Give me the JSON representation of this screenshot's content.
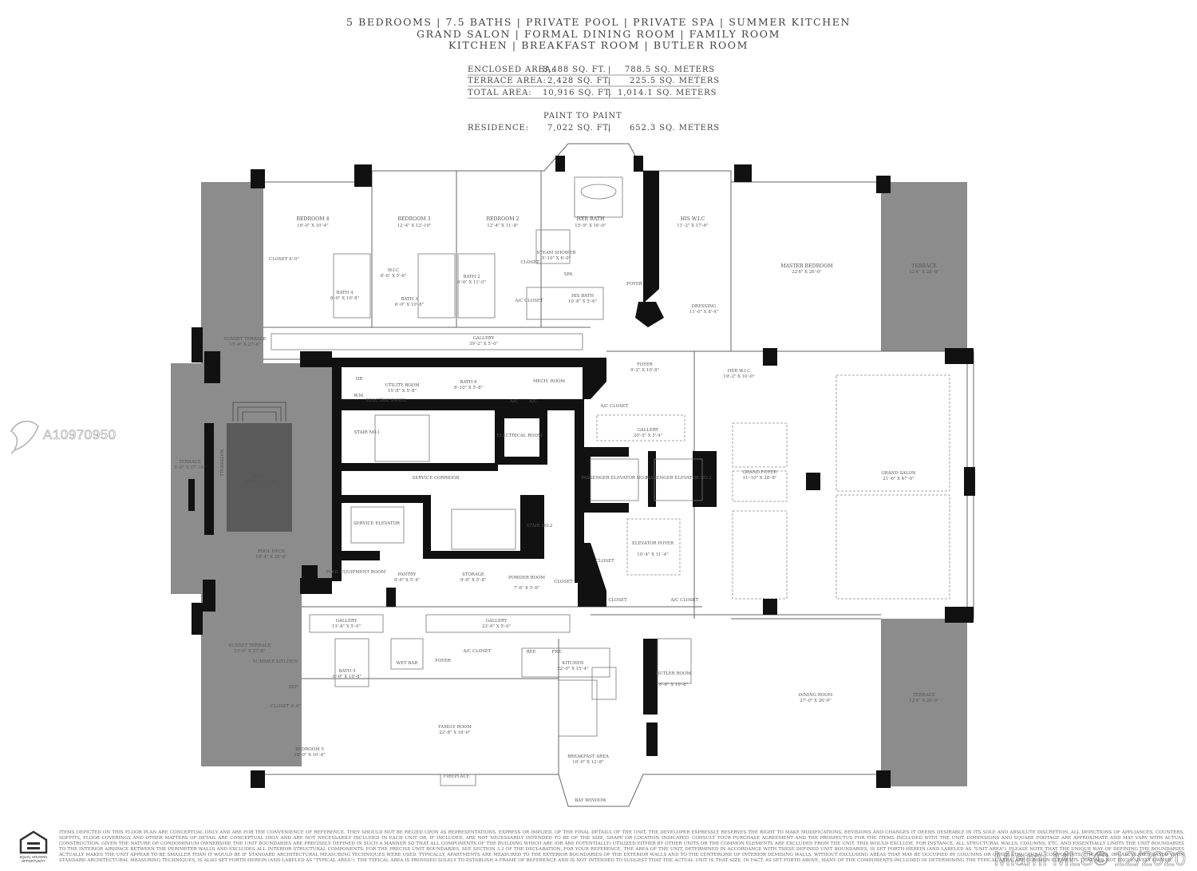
{
  "header": {
    "line1": "5 BEDROOMS  |  7.5 BATHS  |  PRIVATE POOL  |  PRIVATE SPA  |  SUMMER KITCHEN",
    "line2": "GRAND SALON  |  FORMAL DINING ROOM  |  FAMILY ROOM",
    "line3": "KITCHEN  |  BREAKFAST ROOM  |  BUTLER ROOM"
  },
  "areas": {
    "enclosed": {
      "label": "ENCLOSED AREA:",
      "sqft": "8,488 SQ. FT.",
      "sqm": "788.5 SQ. METERS"
    },
    "terrace": {
      "label": "TERRACE AREA:",
      "sqft": "2,428 SQ. FT.",
      "sqm": "225.5 SQ. METERS"
    },
    "total": {
      "label": "TOTAL AREA:",
      "sqft": "10,916 SQ. FT.",
      "sqm": "1,014.1 SQ. METERS"
    },
    "paint_title": "PAINT TO PAINT",
    "residence": {
      "label": "RESIDENCE:",
      "sqft": "7,022 SQ. FT.",
      "sqm": "652.3 SQ. METERS"
    },
    "separator": "|"
  },
  "rooms": {
    "bedroom4": {
      "name": "BEDROOM 4",
      "dim": "16'-0\" X 10'-4\""
    },
    "bedroom3": {
      "name": "BEDROOM 3",
      "dim": "12'-4\" X 12'-10\""
    },
    "bedroom2": {
      "name": "BEDROOM 2",
      "dim": "12'-4\" X 11'-8\""
    },
    "her_bath": {
      "name": "HER BATH",
      "dim": "15'-9\" X 16'-0\""
    },
    "his_wic": {
      "name": "HIS W.I.C",
      "dim": "11'-2\" X 17'-6\""
    },
    "master_bedroom": {
      "name": "MASTER BEDROOM",
      "dim": "22'6\" X 26'-0\""
    },
    "terrace_ne": {
      "name": "TERRACE",
      "dim": "12'4\" X 26'-6\""
    },
    "closet4": {
      "name": "CLOSET 6'-0\""
    },
    "wic": {
      "name": "W.I.C",
      "dim": "8'-6\" X 5'-6\""
    },
    "bath4": {
      "name": "BATH 4",
      "dim": "6'-0\" X 10'-8\""
    },
    "bath3": {
      "name": "BATH 3",
      "dim": "6'-0\" X 10'-8\""
    },
    "bath2": {
      "name": "BATH 2",
      "dim": "6'-0\" X 11'-0\""
    },
    "steam_shower": {
      "name": "STEAM SHOWER",
      "dim": "5'-10\" X 6'-0\""
    },
    "closet_v": {
      "name": "CLOSET"
    },
    "spa": {
      "name": "SPA"
    },
    "ac_closet1": {
      "name": "A/C CLOSET"
    },
    "his_bath": {
      "name": "HIS BATH",
      "dim": "10'-8\" X 5'-6\""
    },
    "foyer_master": {
      "name": "FOYER"
    },
    "dressing": {
      "name": "DRESSING",
      "dim": "11'-0\" X 8'-4\""
    },
    "gallery_top": {
      "name": "GALLERY",
      "dim": "39'-2\" X 5'-0\""
    },
    "sunset_terrace_top": {
      "name": "SUNSET TERRACE",
      "dim": "15'-6\" X 27'-8\""
    },
    "foyer_center": {
      "name": "FOYER",
      "dim": "9'-2\" X 10'-8\""
    },
    "her_wic": {
      "name": "HER W.I.C",
      "dim": "19'-2\" X 10'-0\""
    },
    "dr": {
      "name": "DR"
    },
    "wm": {
      "name": "W.M."
    },
    "utility": {
      "name": "UTILITY ROOM",
      "dim": "15'-8\" X 5'-8\""
    },
    "electric_panel": {
      "name": "ELECTRIC PANEL"
    },
    "bath6": {
      "name": "BATH 6",
      "dim": "8'-10\" X 5'-8\""
    },
    "ac_small": {
      "name": "A/C"
    },
    "mech_room": {
      "name": "MECH. ROOM"
    },
    "ac_closet2": {
      "name": "A/C CLOSET"
    },
    "stair1": {
      "name": "STAIR NO.1"
    },
    "electrical_room": {
      "name": "ELECTRICAL ROOM"
    },
    "gallery_mid": {
      "name": "GALLERY",
      "dim": "20'-5\" X 5'-4\""
    },
    "terrace_w": {
      "name": "TERRACE",
      "dim": "5'-0\" X 37'-10\""
    },
    "waterfall": {
      "name": "WATERFALL"
    },
    "pool": {
      "name": "POOL",
      "dim": "10'-0\" X 17'-0\""
    },
    "service_corridor": {
      "name": "SERVICE CORRIDOR"
    },
    "passenger_elev1": {
      "name": "PASSENGER ELEVATOR NO.1"
    },
    "passenger_elev2": {
      "name": "PASSENGER ELEVATOR NO.2"
    },
    "grand_foyer": {
      "name": "GRAND FOYER",
      "dim": "11'-10\" X 28'-8\""
    },
    "grand_salon": {
      "name": "GRAND SALON",
      "dim": "21'-6\" X 47'-0\""
    },
    "service_elev": {
      "name": "SERVICE ELEVATOR"
    },
    "stair2": {
      "name": "STAIR NO.2"
    },
    "pool_deck": {
      "name": "POOL DECK",
      "dim": "18'-4\" X 35'-8\""
    },
    "elevator_foyer": {
      "name": "ELEVATOR FOYER",
      "dim": "10'-4\" X 11'-4\""
    },
    "closet_ef": {
      "name": "CLOSET"
    },
    "pool_equipment": {
      "name": "POOL EQUIPMENT ROOM"
    },
    "pantry": {
      "name": "PANTRY",
      "dim": "9'-6\" X 5'-4\""
    },
    "storage": {
      "name": "STORAGE",
      "dim": "9'-0\" X 5'-8\""
    },
    "powder": {
      "name": "POWDER ROOM",
      "dim": "7'-6\" X 5'-6\""
    },
    "closet_pw": {
      "name": "CLOSET"
    },
    "closet_b": {
      "name": "CLOSET"
    },
    "ac_closet3": {
      "name": "A/C CLOSET"
    },
    "gallery_bl": {
      "name": "GALLERY",
      "dim": "13'-8\" X 5'-0\""
    },
    "gallery_bc": {
      "name": "GALLERY",
      "dim": "23'-0\" X 5'-0\""
    },
    "sunset_terrace_bot": {
      "name": "SUNSET TERRACE",
      "dim": "15'-6\" X 27'-8\""
    },
    "summer_kitchen": {
      "name": "SUMMER KITCHEN"
    },
    "ref1": {
      "name": "REF."
    },
    "wet_bar": {
      "name": "WET BAR"
    },
    "foyer_bot": {
      "name": "FOYER"
    },
    "ac_closet4": {
      "name": "A/C CLOSET"
    },
    "ref2": {
      "name": "REF."
    },
    "frz": {
      "name": "FRZ."
    },
    "kitchen": {
      "name": "KITCHEN",
      "dim": "22'-0\" X 15'-4\""
    },
    "butler": {
      "name": "BUTLER ROOM",
      "dim": "6'-8\" X 10'-8\""
    },
    "dining": {
      "name": "DINING ROOM",
      "dim": "27'-0\" X 26'-0\""
    },
    "terrace_se": {
      "name": "TERRACE",
      "dim": "12'4\" X 26'-6\""
    },
    "bath5": {
      "name": "BATH 5",
      "dim": "6'-0\" X 10'-8\""
    },
    "closet5": {
      "name": "CLOSET 6'-0\""
    },
    "family_room": {
      "name": "FAMILY ROOM",
      "dim": "22'-8\" X 18'-0\""
    },
    "bedroom5": {
      "name": "BEDROOM 5",
      "dim": "16'-0\" X 10'-4\""
    },
    "breakfast": {
      "name": "BREAKFAST AREA",
      "dim": "16'-0\" X 12'-8\""
    },
    "fireplace": {
      "name": "FIREPLACE"
    },
    "bay_window": {
      "name": "BAY WINDOW"
    }
  },
  "watermark": {
    "listing_id": "A10970950",
    "mls_text": "Miami MLS© 12/2020"
  },
  "logo": {
    "line1": "EQUAL HOUSING",
    "line2": "OPPORTUNITY"
  },
  "disclaimer": "ITEMS DEPICTED ON THIS FLOOR PLAN ARE CONCEPTUAL ONLY AND ARE FOR THE CONVENIENCE OF REFERENCE. THEY SHOULD NOT BE RELIED UPON AS REPRESENTATIONS, EXPRESS OR IMPLIED, OF THE FINAL DETAILS OF THE UNIT. THE DEVELOPER EXPRESSLY RESERVES THE RIGHT TO MAKE MODIFICATIONS, REVISIONS AND CHANGES IT DEEMS DESIRABLE IN ITS SOLE AND ABSOLUTE DISCRETION. ALL DEPICTIONS OF APPLIANCES, COUNTERS, SOFFITS, FLOOR COVERINGS AND OTHER MATTERS OF DETAIL ARE CONCEPTUAL ONLY AND ARE NOT NECESSARILY INCLUDED IN EACH UNIT OR, IF INCLUDED, ARE NOT NECESSARILY INTENDED TO BE OF THE SIZE, SHAPE OR LOCATION INDICATED. CONSULT YOUR PURCHASE AGREEMENT AND THE PROSPECTUS FOR THE ITEMS INCLUDED WITH THE UNIT. DIMENSIONS AND SQUARE FOOTAGE ARE APPROXIMATE AND MAY VARY WITH ACTUAL CONSTRUCTION. GIVEN THE NATURE OF CONDOMINIUM OWNERSHIP, THE UNIT BOUNDARIES ARE PRECISELY DEFINED IN SUCH A MANNER SO THAT ALL COMPONENTS OF THE BUILDING WHICH ARE (OR ARE POTENTIALLY) UTILIZED EITHER BY OTHER UNITS OR THE COMMON ELEMENTS ARE EXCLUDED FROM THE UNIT. THIS WOULD EXCLUDE, FOR INSTANCE, ALL STRUCTURAL WALLS, COLUMNS, ETC. AND ESSENTIALLY LIMITS THE UNIT BOUNDARIES TO THE INTERIOR AIRSPACE BETWEEN THE PERIMETER WALLS AND EXCLUDES ALL INTERIOR STRUCTURAL COMPONENTS. FOR THE PRECISE UNIT BOUNDARIES, SEE SECTION 3.2 OF THE DECLARATION. FOR YOUR REFERENCE, THE AREA OF THE UNIT, DETERMINED IN ACCORDANCE WITH THESE DEFINED UNIT BOUNDARIES, IS SET FORTH HEREIN (AND LABELED AS \"UNIT AREA\"). PLEASE NOTE THAT THE UNIQUE WAY OF DEFINING THE BOUNDARIES ACTUALLY MAKES THE UNIT APPEAR TO BE SMALLER THAN IT WOULD BE IF STANDARD ARCHITECTURAL MEASURING TECHNIQUES WERE USED. TYPICALLY, APARTMENTS ARE MEASURED TO THE EXTERIOR BOUNDARIES OF THE EXTERIOR WALLS AND TO THE CENTERLINE OF INTERIOR DEMISING WALLS, WITHOUT EXCLUDING AREAS THAT MAY BE OCCUPIED BY COLUMNS OR OTHER STRUCTURAL COMPONENTS. THE AREA, IF CALCULATED BASED UPON STANDARD ARCHITECTURAL MEASURING TECHNIQUES, IS ALSO SET FORTH HEREIN (AND LABELED AS \"TYPICAL AREA\"). THE TYPICAL AREA IS PROVIDED SOLELY TO ESTABLISH A FRAME OF REFERENCE AND IS NOT INTENDED TO SUGGEST THAT THE ACTUAL UNIT IS THAT SIZE. IN FACT, AS SET FORTH ABOVE, MANY OF THE COMPONENTS INCLUDED IN DETERMINING THE TYPICAL AREA, ARE COMMON ELEMENTS THAT ARE NOT EXCLUSIVELY OWNED.",
  "colors": {
    "wall": "#111111",
    "terrace": "#8c8c8c",
    "pool": "#5a5a5a",
    "line": "#777777"
  }
}
